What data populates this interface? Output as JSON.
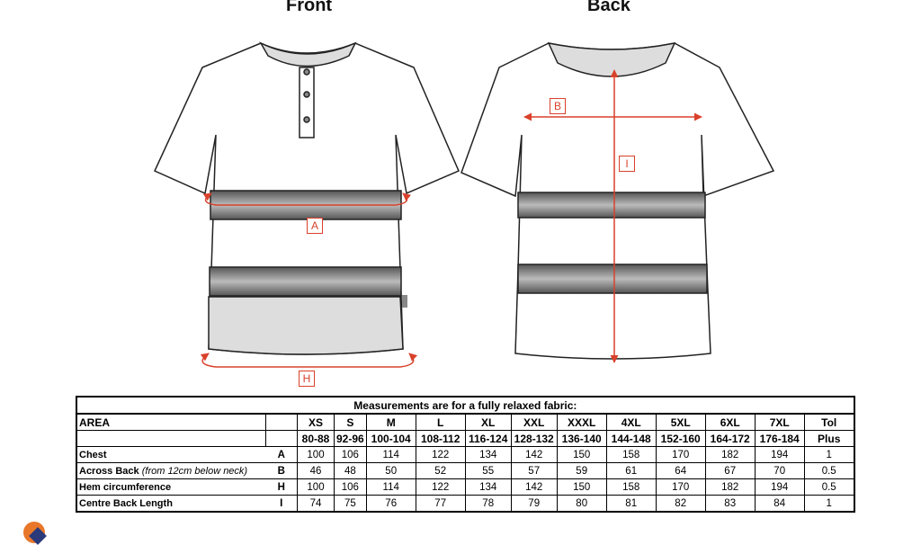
{
  "views": {
    "front": "Front",
    "back": "Back"
  },
  "markers": {
    "a": "A",
    "b": "B",
    "h": "H",
    "i": "I"
  },
  "colors": {
    "measure_line": "#d9412b"
  },
  "table": {
    "title": "Measurements are for a fully relaxed fabric:",
    "area_header": "AREA",
    "sizes": [
      "XS",
      "S",
      "M",
      "L",
      "XL",
      "XXL",
      "XXXL",
      "4XL",
      "5XL",
      "6XL",
      "7XL"
    ],
    "ranges": [
      "80-88",
      "92-96",
      "100-104",
      "108-112",
      "116-124",
      "128-132",
      "136-140",
      "144-148",
      "152-160",
      "164-172",
      "176-184"
    ],
    "tol_header": "Tol",
    "tol_sub": "Plus",
    "rows": [
      {
        "area": "Chest",
        "note": "",
        "code": "A",
        "values": [
          "100",
          "106",
          "114",
          "122",
          "134",
          "142",
          "150",
          "158",
          "170",
          "182",
          "194"
        ],
        "tol": "1"
      },
      {
        "area": "Across Back",
        "note": "(from 12cm below neck)",
        "code": "B",
        "values": [
          "46",
          "48",
          "50",
          "52",
          "55",
          "57",
          "59",
          "61",
          "64",
          "67",
          "70"
        ],
        "tol": "0.5"
      },
      {
        "area": "Hem circumference",
        "note": "",
        "code": "H",
        "values": [
          "100",
          "106",
          "114",
          "122",
          "134",
          "142",
          "150",
          "158",
          "170",
          "182",
          "194"
        ],
        "tol": "0.5"
      },
      {
        "area": "Centre Back Length",
        "note": "",
        "code": "I",
        "values": [
          "74",
          "75",
          "76",
          "77",
          "78",
          "79",
          "80",
          "81",
          "82",
          "83",
          "84"
        ],
        "tol": "1"
      }
    ]
  }
}
